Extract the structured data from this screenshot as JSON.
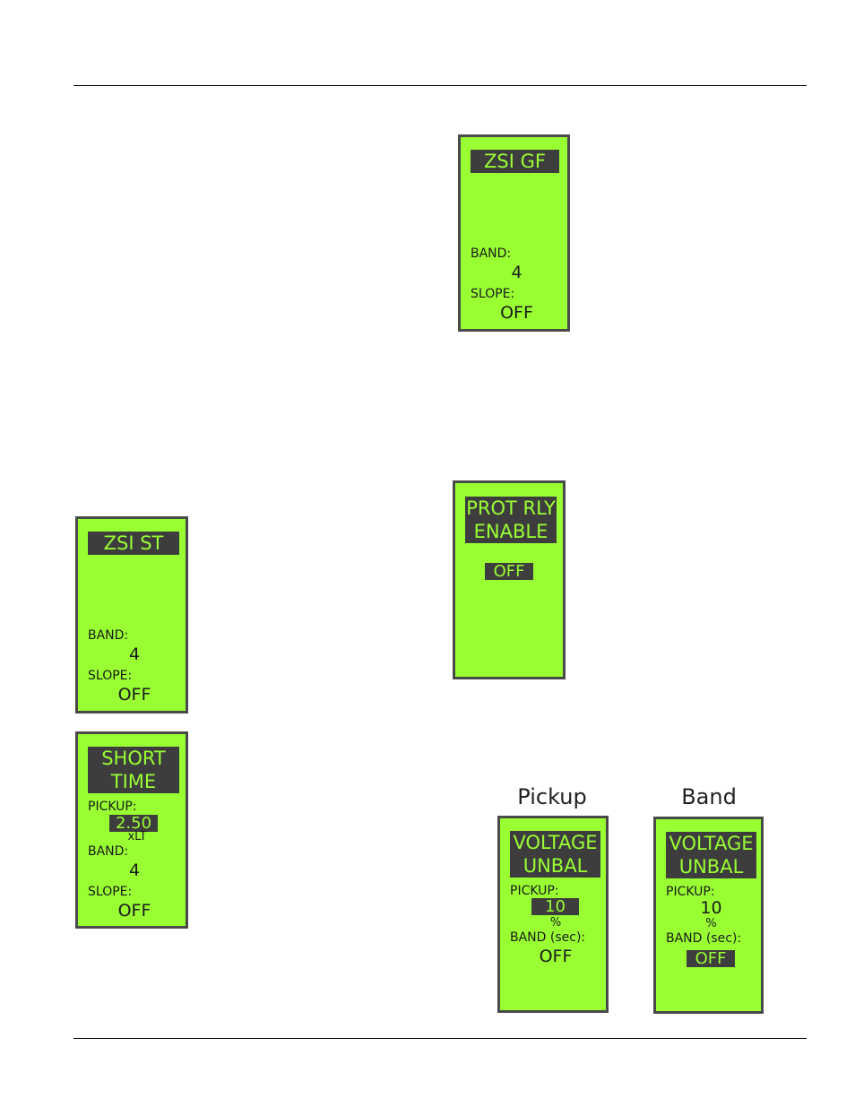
{
  "zsi_gf": {
    "title": "ZSI GF",
    "band_label": "BAND:",
    "band_value": "4",
    "slope_label": "SLOPE:",
    "slope_value": "OFF"
  },
  "prot_rly": {
    "title_line1": "PROT RLY",
    "title_line2": "ENABLE",
    "value": "OFF"
  },
  "zsi_st": {
    "title": "ZSI ST",
    "band_label": "BAND:",
    "band_value": "4",
    "slope_label": "SLOPE:",
    "slope_value": "OFF"
  },
  "short_time": {
    "title_line1": "SHORT",
    "title_line2": "TIME",
    "pickup_label": "PICKUP:",
    "pickup_value": "2.50",
    "pickup_unit": "xLT",
    "band_label": "BAND:",
    "band_value": "4",
    "slope_label": "SLOPE:",
    "slope_value": "OFF"
  },
  "captions": {
    "pickup": "Pickup",
    "band": "Band"
  },
  "vu_pickup": {
    "title_line1": "VOLTAGE",
    "title_line2": "UNBAL",
    "pickup_label": "PICKUP:",
    "pickup_value": "10",
    "pickup_unit": "%",
    "band_label": "BAND (sec):",
    "band_value": "OFF"
  },
  "vu_band": {
    "title_line1": "VOLTAGE",
    "title_line2": "UNBAL",
    "pickup_label": "PICKUP:",
    "pickup_value": "10",
    "pickup_unit": "%",
    "band_label": "BAND (sec):",
    "band_value": "OFF"
  },
  "colors": {
    "lcd_green": "#99ff33",
    "lcd_dark": "#3d3d3d",
    "frame": "#4a4a4a"
  }
}
